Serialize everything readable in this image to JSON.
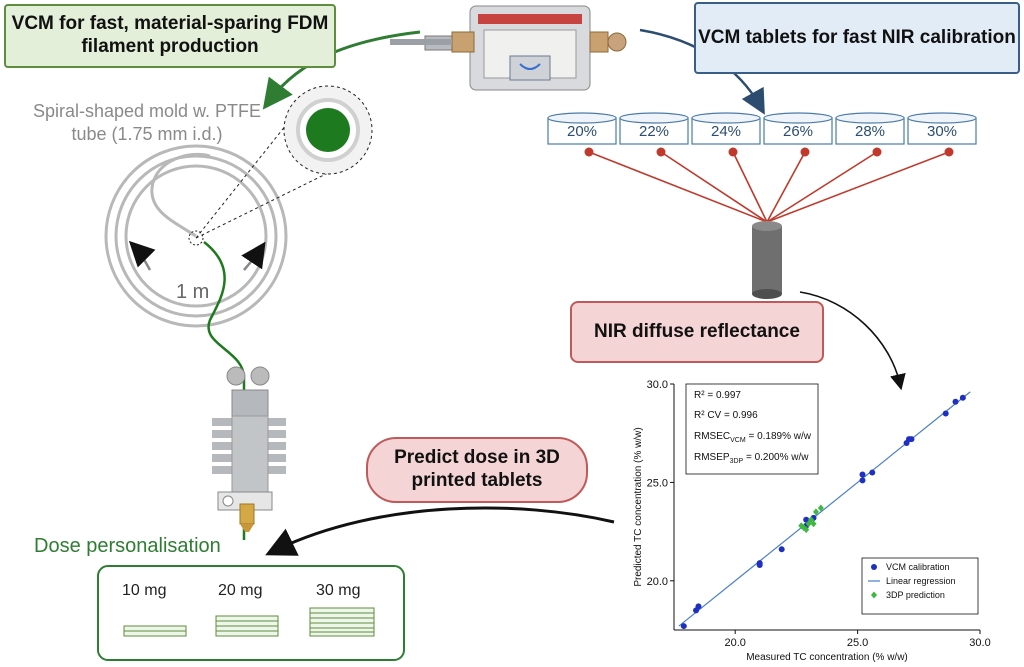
{
  "boxes": {
    "vcm_filament": "VCM for fast, material-sparing FDM filament production",
    "vcm_tablets": "VCM tablets for fast NIR calibration",
    "nir": "NIR diffuse reflectance",
    "predict": "Predict dose in 3D printed tablets"
  },
  "labels": {
    "mold": "Spiral-shaped mold w. PTFE tube (1.75 mm i.d.)",
    "length": "1 m",
    "dose_personalisation": "Dose personalisation"
  },
  "calibration_tablets": [
    "20%",
    "22%",
    "24%",
    "26%",
    "28%",
    "30%"
  ],
  "doses": [
    "10 mg",
    "20 mg",
    "30 mg"
  ],
  "colors": {
    "filament_green": "#1e7a1e",
    "fiber_red": "#c0392b",
    "vcm_point": "#1f2fbf",
    "regression_line": "#4a7fc8",
    "prediction_point": "#3fb83f"
  },
  "chart_data": {
    "type": "scatter",
    "xlabel": "Measured TC concentration (% w/w)",
    "ylabel": "Predicted TC concentration (% w/w)",
    "xlim": [
      17.5,
      30
    ],
    "ylim": [
      17.5,
      30
    ],
    "xticks": [
      "20.0",
      "25.0",
      "30.0"
    ],
    "yticks": [
      "20.0",
      "25.0",
      "30.0"
    ],
    "legend_position": "bottom-right",
    "stats": {
      "r2": "R² = 0.997",
      "r2cv": "R² CV = 0.996",
      "rmsec_prefix": "RMSEC",
      "rmsec_sub": "VCM",
      "rmsec_value": " = 0.189% w/w",
      "rmsep_prefix": "RMSEP",
      "rmsep_sub": "3DP",
      "rmsep_value": " = 0.200% w/w"
    },
    "series": [
      {
        "name": "VCM calibration",
        "marker": "circle",
        "points": [
          [
            17.9,
            17.7
          ],
          [
            18.4,
            18.5
          ],
          [
            18.5,
            18.7
          ],
          [
            21.0,
            20.8
          ],
          [
            21.0,
            20.9
          ],
          [
            21.9,
            21.6
          ],
          [
            22.9,
            23.1
          ],
          [
            22.9,
            22.8
          ],
          [
            23.2,
            23.2
          ],
          [
            25.2,
            25.4
          ],
          [
            25.2,
            25.1
          ],
          [
            25.6,
            25.5
          ],
          [
            27.0,
            27.0
          ],
          [
            27.1,
            27.2
          ],
          [
            27.2,
            27.2
          ],
          [
            28.6,
            28.5
          ],
          [
            29.0,
            29.1
          ],
          [
            29.3,
            29.3
          ]
        ]
      },
      {
        "name": "Linear regression",
        "marker": "line",
        "points": [
          [
            17.7,
            17.7
          ],
          [
            29.6,
            29.6
          ]
        ]
      },
      {
        "name": "3DP prediction",
        "marker": "diamond",
        "points": [
          [
            22.7,
            22.8
          ],
          [
            22.8,
            22.7
          ],
          [
            23.0,
            22.9
          ],
          [
            23.1,
            23.1
          ],
          [
            23.3,
            23.5
          ],
          [
            23.5,
            23.7
          ],
          [
            22.9,
            22.6
          ],
          [
            23.2,
            22.9
          ]
        ]
      }
    ]
  }
}
